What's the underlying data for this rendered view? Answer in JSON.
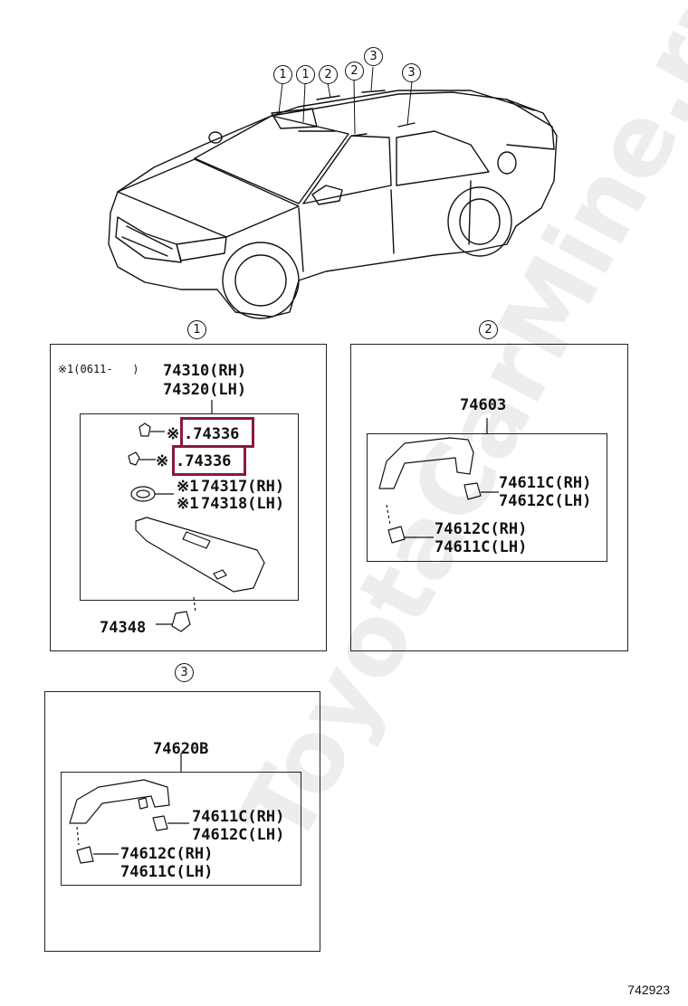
{
  "diagram": {
    "car_callouts": [
      "1",
      "1",
      "2",
      "2",
      "3",
      "3"
    ],
    "sections": [
      {
        "id": "1",
        "note": "※1(0611-   )",
        "title_lines": [
          "74310(RH)",
          "74320(LH)"
        ],
        "parts": [
          {
            "mark": "※",
            "code": ".74336",
            "highlight": true
          },
          {
            "mark": "※",
            "code": ".74336",
            "highlight": true
          },
          {
            "mark": "※1",
            "code": "74317(RH)",
            "highlight": false
          },
          {
            "mark": "※1",
            "code": "74318(LH)",
            "highlight": false
          },
          {
            "mark": "",
            "code": "74348",
            "highlight": false
          }
        ]
      },
      {
        "id": "2",
        "title": "74603",
        "parts": [
          "74611C(RH)",
          "74612C(LH)",
          "74612C(RH)",
          "74611C(LH)"
        ]
      },
      {
        "id": "3",
        "title": "74620B",
        "parts": [
          "74611C(RH)",
          "74612C(LH)",
          "74612C(RH)",
          "74611C(LH)"
        ]
      }
    ],
    "highlight_color": "#8b1a3a",
    "watermark": "ToyotaCarMine.ru",
    "reference_number": "742923"
  }
}
